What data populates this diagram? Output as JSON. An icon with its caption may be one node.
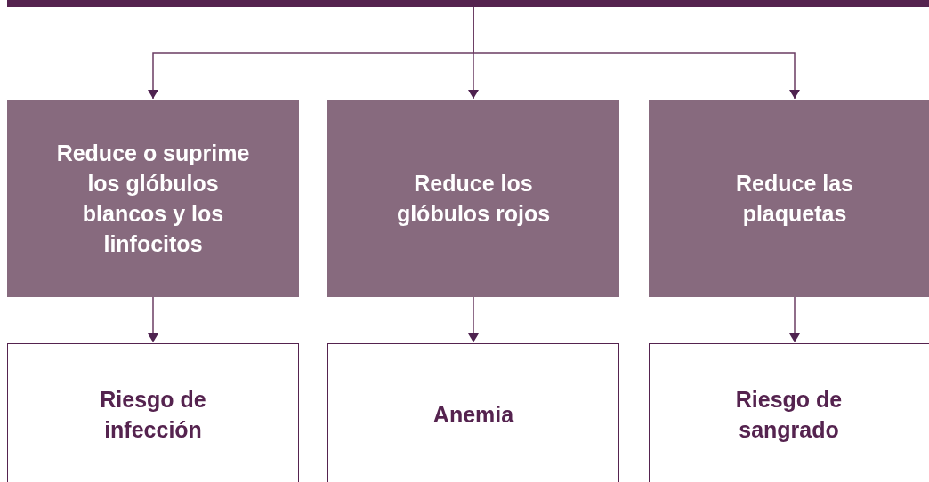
{
  "diagram": {
    "nodes": [
      {
        "text": [],
        "shape": "bar"
      },
      {
        "text": [
          "Reduce o suprime los glóbulos blancos y los linfocitos"
        ]
      },
      {
        "text": [
          "Reduce los glóbulos rojos"
        ]
      },
      {
        "text": [
          "Reduce las plaquetas"
        ]
      },
      {
        "text": [
          "Riesgo de infección"
        ]
      },
      {
        "text": [
          "Anemia"
        ]
      },
      {
        "text": [
          "Riesgo de sangrado"
        ]
      }
    ],
    "edges": [
      {
        "from": 0,
        "to": 1,
        "arrow": "to"
      },
      {
        "from": 0,
        "to": 2,
        "arrow": "to"
      },
      {
        "from": 0,
        "to": 3,
        "arrow": "to"
      },
      {
        "from": 1,
        "to": 4,
        "arrow": "to"
      },
      {
        "from": 2,
        "to": 5,
        "arrow": "to"
      },
      {
        "from": 3,
        "to": 6,
        "arrow": "to"
      }
    ]
  }
}
